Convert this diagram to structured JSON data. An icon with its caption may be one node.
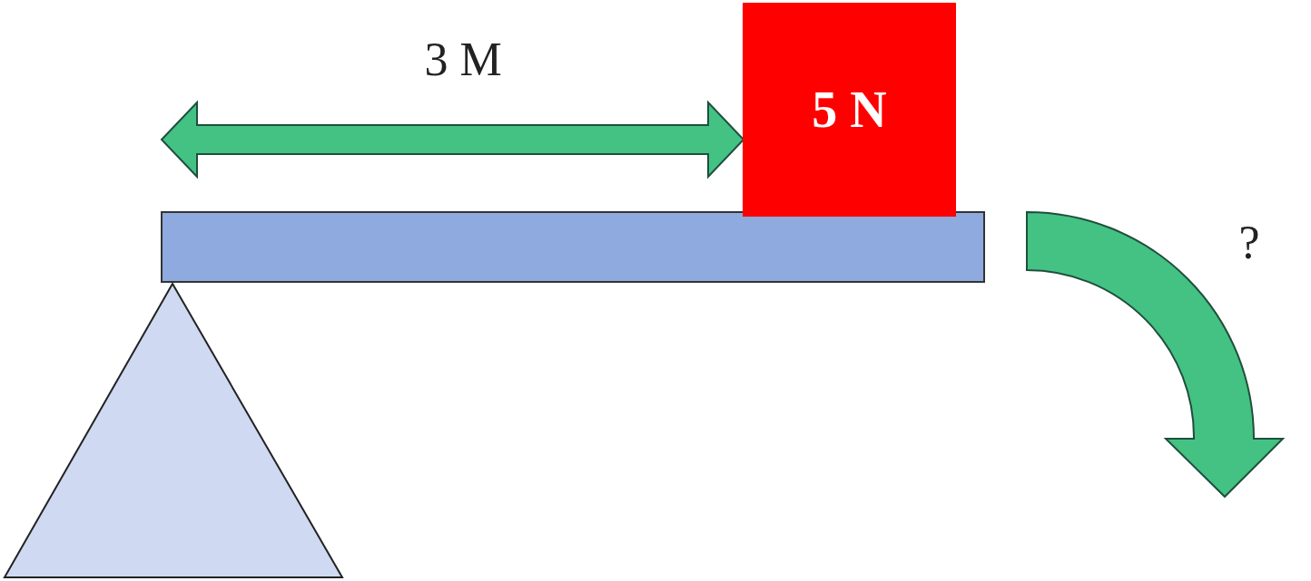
{
  "diagram": {
    "nodes": [
      {
        "text": [
          "5 N"
        ]
      },
      {
        "text": [],
        "shape": "arrow"
      },
      {
        "text": [],
        "shape": "bar"
      },
      {
        "text": [],
        "shape": "triangle"
      }
    ],
    "labels": [
      "3 M",
      "?"
    ]
  }
}
